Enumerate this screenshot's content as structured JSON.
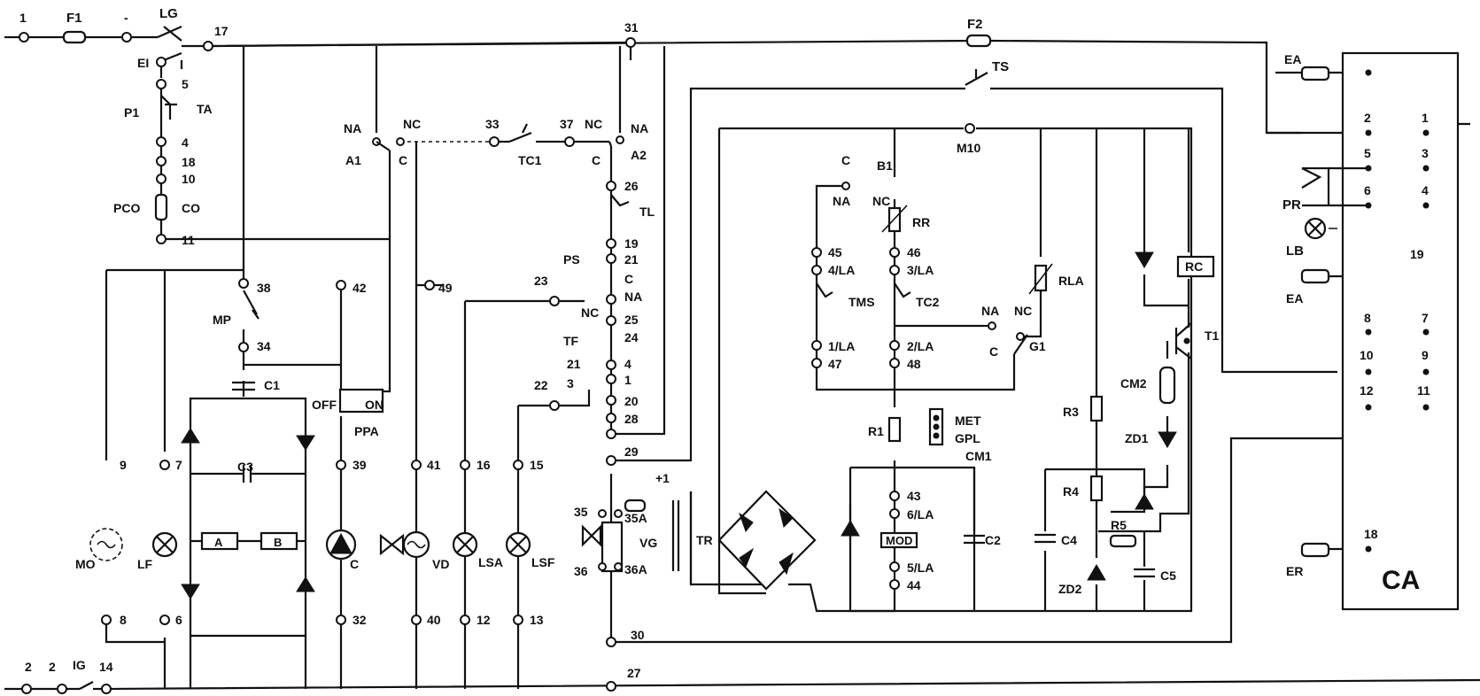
{
  "labels": {
    "t1": "1",
    "f1": "F1",
    "dash": "-",
    "lg": "LG",
    "t17": "17",
    "t31": "31",
    "f2": "F2",
    "ts": "TS",
    "ea_top": "EA",
    "pin1": "1",
    "pin2": "2",
    "pin3": "3",
    "pin4": "4",
    "pin5": "5",
    "pin6": "6",
    "pin7": "7",
    "pin8": "8",
    "pin9": "9",
    "pin10": "10",
    "pin11": "11",
    "pin12": "12",
    "pin18": "18",
    "pin19": "19",
    "pr": "PR",
    "lb": "LB",
    "ea_mid": "EA",
    "er": "ER",
    "ca": "CA",
    "ei": "EI",
    "t5": "5",
    "p1": "P1",
    "ta": "TA",
    "t4": "4",
    "t18": "18",
    "t10": "10",
    "pco": "PCO",
    "co": "CO",
    "t11": "11",
    "na_a1": "NA",
    "nc_a1": "NC",
    "a1": "A1",
    "c_a1": "C",
    "t33": "33",
    "tc1": "TC1",
    "t37": "37",
    "nc_a2": "NC",
    "na_a2": "NA",
    "c_a2": "C",
    "a2": "A2",
    "t26": "26",
    "tl": "TL",
    "t19": "19",
    "ps": "PS",
    "t21": "21",
    "c_ps": "C",
    "t23": "23",
    "nc_ps": "NC",
    "na_ps": "NA",
    "t25": "25",
    "tf": "TF",
    "t24": "24",
    "n21": "21",
    "n3": "3",
    "n4": "4",
    "n1": "1",
    "t22": "22",
    "t20": "20",
    "t28": "28",
    "t29": "29",
    "t38": "38",
    "mp": "MP",
    "t34": "34",
    "t42": "42",
    "t49": "49",
    "c1": "C1",
    "off": "OFF",
    "on": "ON",
    "ppa": "PPA",
    "t9": "9",
    "t7": "7",
    "c3": "C3",
    "t39": "39",
    "t41": "41",
    "t16": "16",
    "t15": "15",
    "a": "A",
    "b": "B",
    "mo": "MO",
    "lf": "LF",
    "c_pump": "C",
    "vd": "VD",
    "lsa": "LSA",
    "lsf": "LSF",
    "t8": "8",
    "t6": "6",
    "t32": "32",
    "t40": "40",
    "t12": "12",
    "t13": "13",
    "t35": "35",
    "t35a": "35A",
    "plus1": "+1",
    "vg": "VG",
    "t36": "36",
    "t36a": "36A",
    "tr": "TR",
    "t30": "30",
    "t27": "27",
    "b2a": "2",
    "b2b": "2",
    "ig": "IG",
    "t14": "14",
    "m10": "M10",
    "c_b1": "C",
    "b1": "B1",
    "na_b1": "NA",
    "nc_b1": "NC",
    "rr": "RR",
    "t45": "45",
    "t4la": "4/LA",
    "tms": "TMS",
    "t46": "46",
    "t3la": "3/LA",
    "tc2": "TC2",
    "rla": "RLA",
    "na_g1": "NA",
    "nc_g1": "NC",
    "c_g1": "C",
    "g1": "G1",
    "t1la": "1/LA",
    "t47": "47",
    "t2la": "2/LA",
    "t48": "48",
    "r1": "R1",
    "met": "MET",
    "gpl": "GPL",
    "cm1": "CM1",
    "t43": "43",
    "t6la": "6/LA",
    "mod": "MOD",
    "t5la": "5/LA",
    "t44": "44",
    "c2": "C2",
    "rc": "RC",
    "t1tr": "T1",
    "cm2": "CM2",
    "r3": "R3",
    "zd1": "ZD1",
    "r4": "R4",
    "r5": "R5",
    "c4": "C4",
    "zd2": "ZD2",
    "c5": "C5"
  },
  "colors": {
    "ink": "#111111",
    "paper": "#ffffff"
  }
}
